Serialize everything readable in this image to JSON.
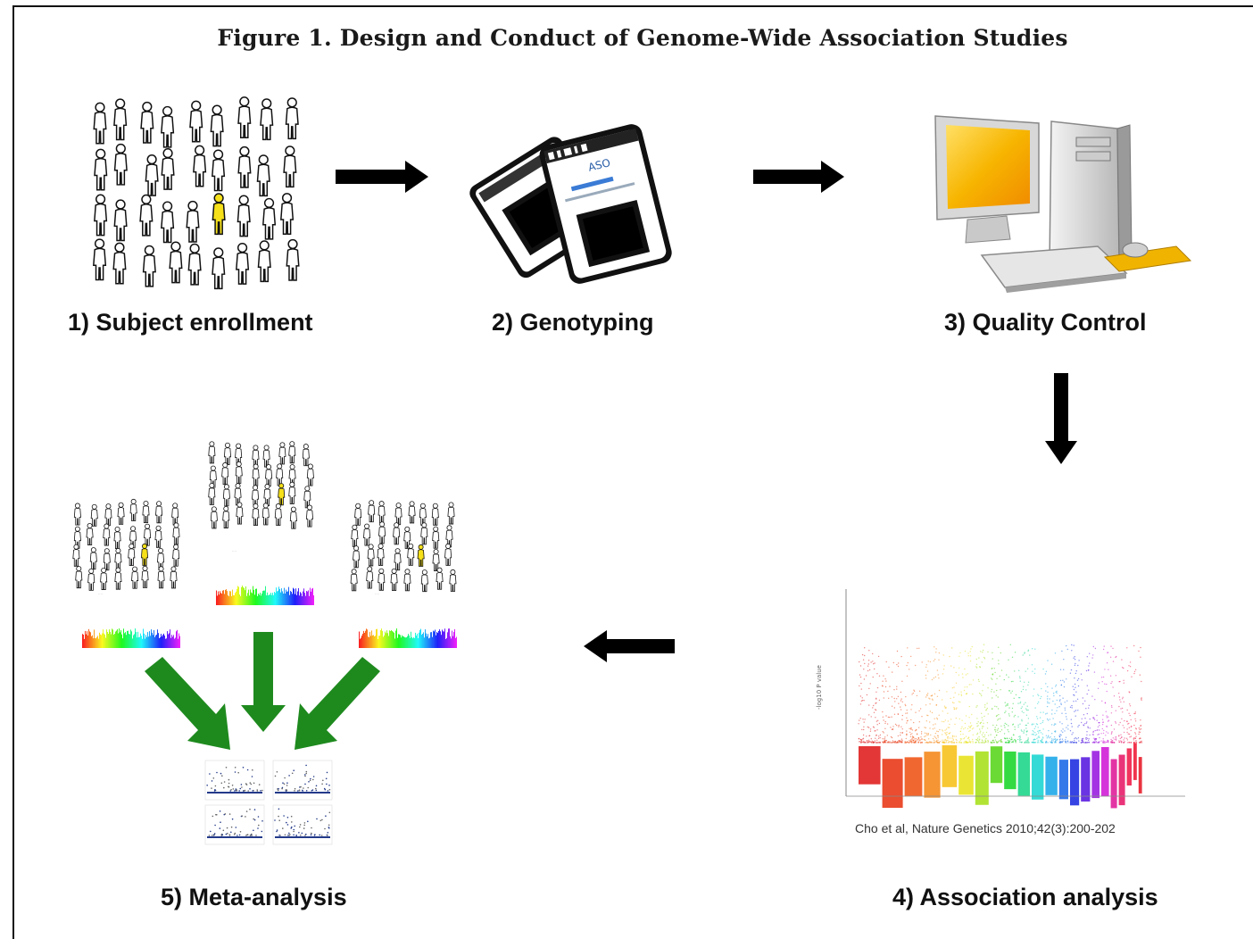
{
  "figure": {
    "title": "Figure 1. Design and Conduct of Genome-Wide Association Studies"
  },
  "steps": [
    {
      "label": "1) Subject enrollment",
      "icon": "crowd-icon"
    },
    {
      "label": "2) Genotyping",
      "icon": "genotyping-chip-icon"
    },
    {
      "label": "3) Quality Control",
      "icon": "computer-icon"
    },
    {
      "label": "4) Association analysis",
      "icon": "manhattan-plot-icon"
    },
    {
      "label": "5) Meta-analysis",
      "icon": "meta-analysis-icon"
    }
  ],
  "association_plot": {
    "ylabel": "-log10 P value",
    "citation": "Cho et al, Nature Genetics 2010;42(3):200-202"
  },
  "colors": {
    "flow_arrow": "#000000",
    "meta_arrow": "#1e8a1e",
    "highlight_person": "#f5e01a",
    "screen": "#f7b500"
  }
}
